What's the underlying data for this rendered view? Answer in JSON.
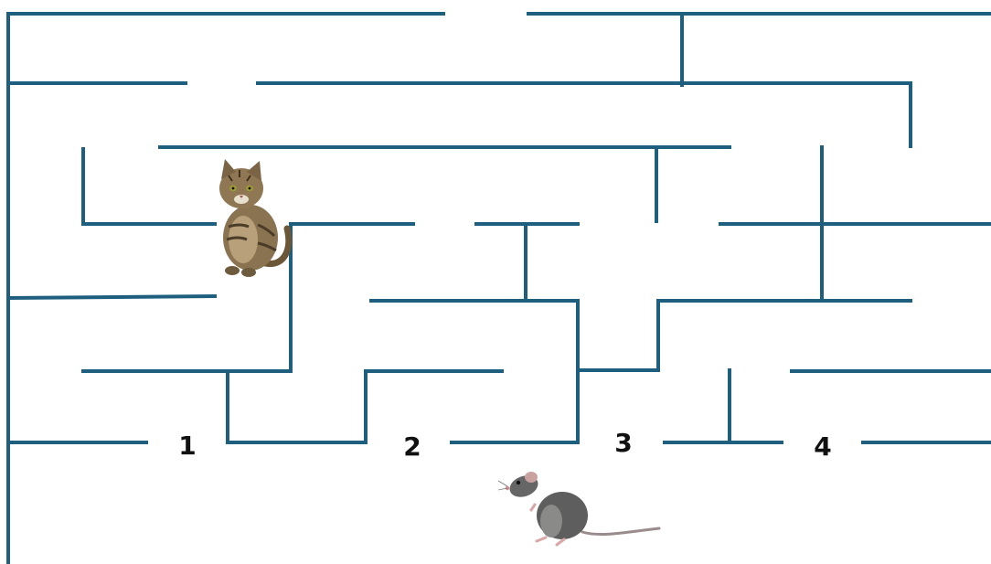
{
  "maze": {
    "wall_color": "#1e5f7f",
    "background": "#ffffff"
  },
  "entrances": [
    {
      "label": "1"
    },
    {
      "label": "2"
    },
    {
      "label": "3"
    },
    {
      "label": "4"
    }
  ],
  "characters": {
    "cat": {
      "icon": "cat-icon"
    },
    "mouse": {
      "icon": "mouse-icon"
    }
  }
}
